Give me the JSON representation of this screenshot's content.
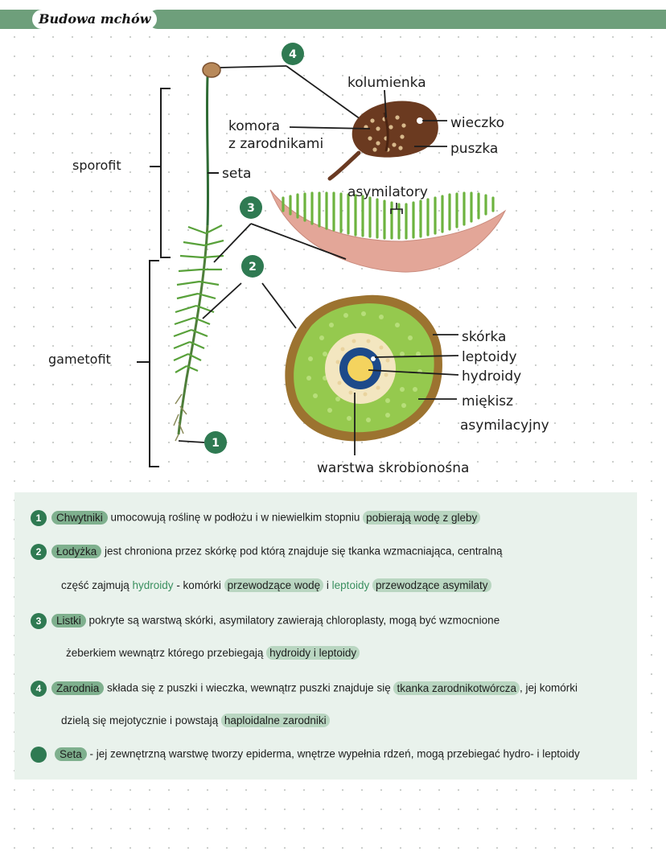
{
  "header": {
    "title": "Budowa mchów"
  },
  "diagram": {
    "labels": {
      "sporofit": "sporofit",
      "gametofit": "gametofit",
      "seta": "seta",
      "kolumienka": "kolumienka",
      "komora_line1": "komora",
      "komora_line2": "z zarodnikami",
      "wieczko": "wieczko",
      "puszka": "puszka",
      "asymilatory": "asymilatory",
      "skorka": "skórka",
      "leptoidy": "leptoidy",
      "hydroidy": "hydroidy",
      "miekisz_line1": "miękisz",
      "miekisz_line2": "asymilacyjny",
      "warstwa": "warstwa skrobionośna"
    },
    "badges": {
      "b1": "1",
      "b2": "2",
      "b3": "3",
      "b4": "4"
    }
  },
  "notes": {
    "n1": {
      "num": "1",
      "term": "Chwytniki",
      "text_a": " umocowują roślinę w podłożu i w niewielkim stopniu ",
      "hl": "pobierają wodę z gleby"
    },
    "n2": {
      "num": "2",
      "term": "Łodyżka",
      "text_a": " jest chroniona przez skórkę pod którą znajduje się tkanka wzmacniająca, centralną",
      "line2_a": "część zajmują ",
      "hydroidy": "hydroidy",
      "line2_b": " - komórki ",
      "hl1": "przewodzące wodę",
      "line2_c": " i ",
      "leptoidy": "leptoidy",
      "line2_d": " ",
      "hl2": "przewodzące asymilaty"
    },
    "n3": {
      "num": "3",
      "term": "Listki",
      "text_a": " pokryte są warstwą skórki, asymilatory zawierają chloroplasty, mogą być wzmocnione",
      "line2_a": "żeberkiem wewnątrz którego przebiegają ",
      "hl": "hydroidy i leptoidy"
    },
    "n4": {
      "num": "4",
      "term": "Zarodnia",
      "text_a": " składa się z puszki i wieczka, wewnątrz puszki znajduje się ",
      "hl1": "tkanka zarodnikotwórcza",
      "text_b": ", jej komórki",
      "line2_a": "dzielą się mejotycznie i powstają ",
      "hl2": "haploidalne zarodniki"
    },
    "n5": {
      "term": "Seta",
      "text_a": " - jej zewnętrzną warstwę tworzy epiderma, wnętrze wypełnia rdzeń, mogą przebiegać hydro- i leptoidy"
    }
  },
  "colors": {
    "accent_green": "#6e9f7b",
    "badge_green": "#2f7a52",
    "highlight": "#7fb08e",
    "notes_bg": "#e9f2ec"
  }
}
